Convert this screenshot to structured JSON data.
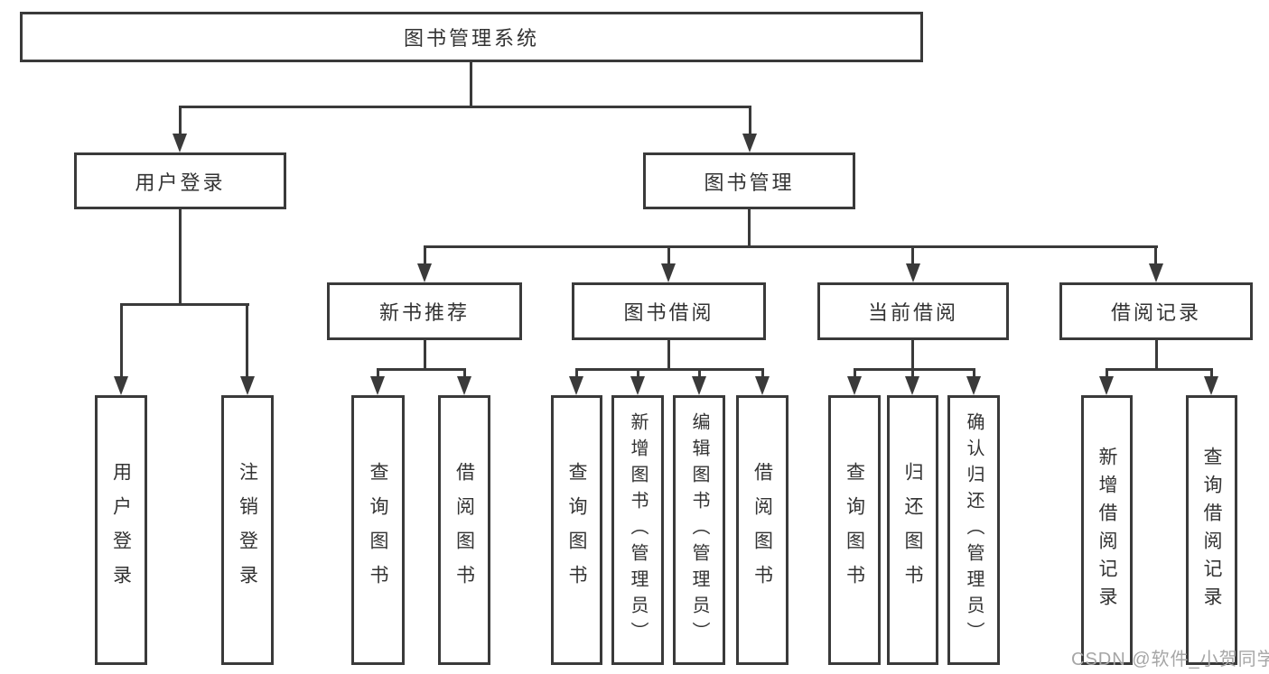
{
  "colors": {
    "line": "#3a3a3a",
    "text": "#333333",
    "watermark_text": "#a6a6a6",
    "background": "#ffffff"
  },
  "watermark": "CSDN @软件_小贺同学",
  "tree": {
    "root": "图书管理系统",
    "branches": [
      {
        "label": "用户登录",
        "children": [
          "用户登录",
          "注销登录"
        ]
      },
      {
        "label": "图书管理",
        "children": [
          {
            "label": "新书推荐",
            "children": [
              "查询图书",
              "借阅图书"
            ]
          },
          {
            "label": "图书借阅",
            "children": [
              "查询图书",
              "新增图书（管理员）",
              "编辑图书（管理员）",
              "借阅图书"
            ]
          },
          {
            "label": "当前借阅",
            "children": [
              "查询图书",
              "归还图书",
              "确认归还（管理员）"
            ]
          },
          {
            "label": "借阅记录",
            "children": [
              "新增借阅记录",
              "查询借阅记录"
            ]
          }
        ]
      }
    ]
  }
}
